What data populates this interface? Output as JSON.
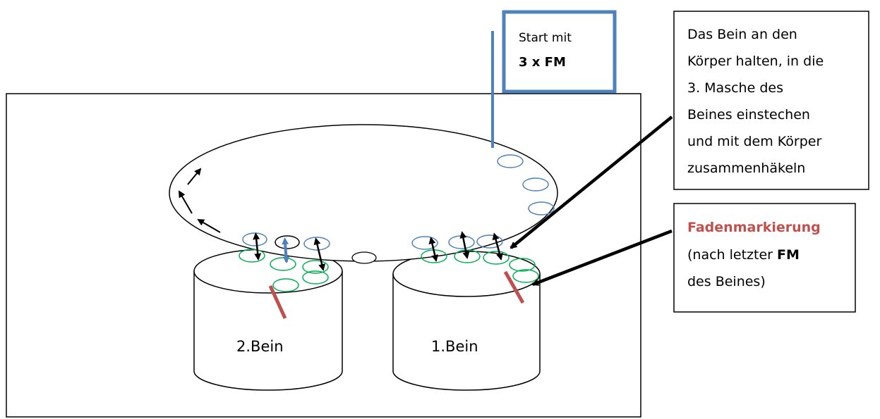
{
  "start_box": {
    "line1": "Start mit",
    "line2": "3 x FM"
  },
  "instruction_box": {
    "lines": [
      "Das Bein an den",
      "Körper halten, in  die",
      "3. Masche  des",
      "Beines einstechen",
      "und mit dem Körper",
      "zusammenhäkeln"
    ]
  },
  "marker_box": {
    "title": "Fadenmarkierung",
    "line2_prefix": "(nach letzter ",
    "line2_bold": "FM",
    "line3": "des Beines)"
  },
  "legs": {
    "leg2_label": "2.Bein",
    "leg1_label": "1.Bein"
  },
  "colors": {
    "blue": "#4f81bd",
    "green": "#00b050",
    "red": "#c0504d",
    "black": "#000000"
  }
}
